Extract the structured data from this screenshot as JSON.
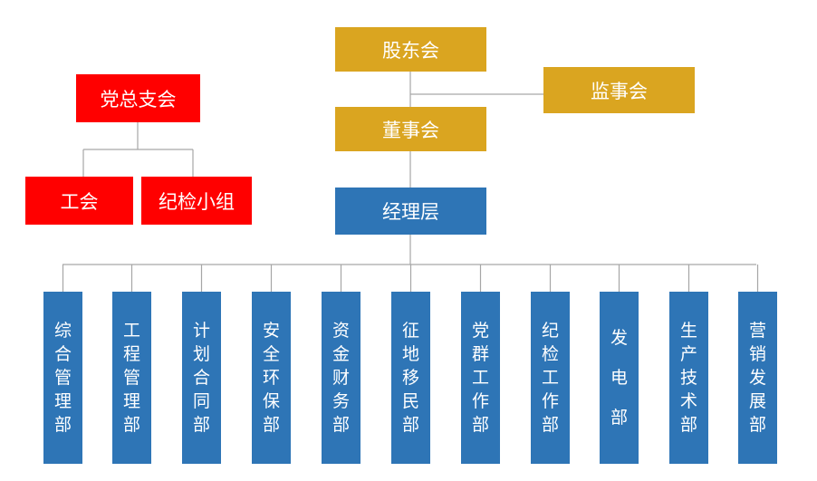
{
  "colors": {
    "top": "#DAA520",
    "party": "#FF0000",
    "management": "#2E75B6",
    "line": "#A6A6A6"
  },
  "shareholders": "股东会",
  "supervisors": "监事会",
  "board": "董事会",
  "management": "经理层",
  "party_branch": "党总支会",
  "union": "工会",
  "discipline_group": "纪检小组",
  "departments": [
    "综合管理部",
    "工程管理部",
    "计划合同部",
    "安全环保部",
    "资金财务部",
    "征地移民部",
    "党群工作部",
    "纪检工作部",
    "发电部",
    "生产技术部",
    "营销发展部"
  ]
}
